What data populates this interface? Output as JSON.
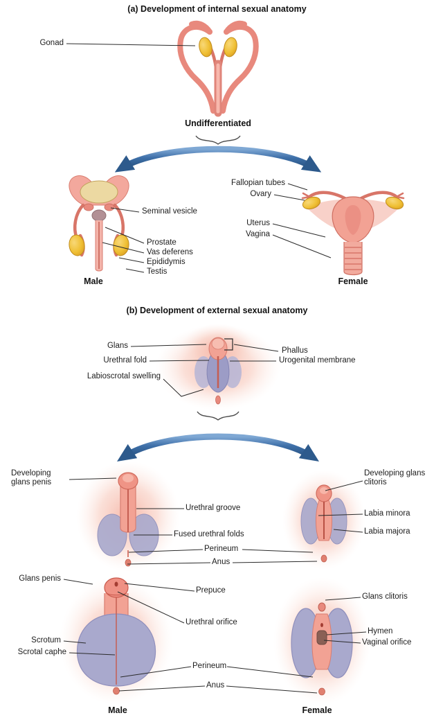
{
  "section_a": {
    "title": "(a) Development of internal sexual anatomy",
    "gonad": "Gonad",
    "undifferentiated_caption": "Undifferentiated",
    "male": {
      "caption": "Male",
      "seminal_vesicle": "Seminal vesicle",
      "prostate": "Prostate",
      "vas_deferens": "Vas deferens",
      "epididymis": "Epididymis",
      "testis": "Testis"
    },
    "female": {
      "caption": "Female",
      "fallopian_tubes": "Fallopian tubes",
      "ovary": "Ovary",
      "uterus": "Uterus",
      "vagina": "Vagina"
    }
  },
  "section_b": {
    "title": "(b) Development of external sexual anatomy",
    "undifferentiated": {
      "glans": "Glans",
      "phallus": "Phallus",
      "urethral_fold": "Urethral fold",
      "urogenital_membrane": "Urogenital membrane",
      "labioscrotal_swelling": "Labioscrotal swelling"
    },
    "intermediate": {
      "developing_glans_penis": "Developing glans penis",
      "urethral_groove": "Urethral groove",
      "fused_urethral_folds": "Fused urethral folds",
      "perineum": "Perineum",
      "anus": "Anus",
      "developing_glans_clitoris": "Developing glans clitoris",
      "labia_minora": "Labia minora",
      "labia_majora": "Labia majora"
    },
    "final": {
      "glans_penis": "Glans penis",
      "prepuce": "Prepuce",
      "urethral_orifice": "Urethral orifice",
      "scrotum": "Scrotum",
      "scrotal_raphe": "Scrotal caphe",
      "perineum": "Perineum",
      "anus": "Anus",
      "glans_clitoris": "Glans clitoris",
      "hymen": "Hymen",
      "vaginal_orifice": "Vaginal orifice",
      "male_caption": "Male",
      "female_caption": "Female"
    }
  },
  "colors": {
    "tissue_pink": "#f2a294",
    "tissue_outline": "#d97d70",
    "gonad_yellow": "#efbf33",
    "swelling_lavender": "#a9a9cd",
    "arrow_blue": "#3e6fa8",
    "leader_line": "#2a2a2a"
  }
}
